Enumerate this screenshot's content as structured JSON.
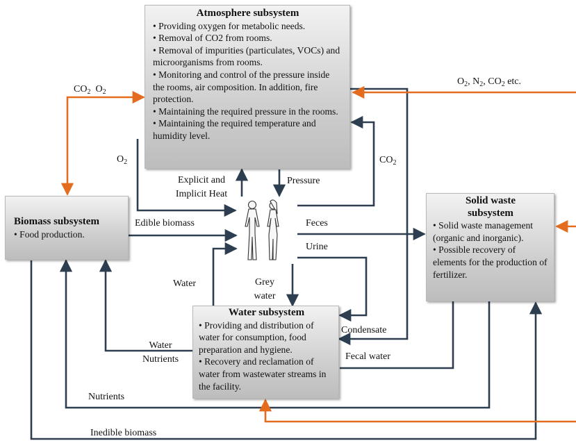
{
  "colors": {
    "gas_flow": "#e46c1f",
    "flow": "#2d3e50",
    "box_light": "#f2f2f2",
    "box_dark": "#bdbdbd"
  },
  "atmosphere": {
    "title": "Atmosphere subsystem",
    "items": [
      "• Providing oxygen for metabolic needs.",
      "• Removal of CO2 from rooms.",
      "• Removal of impurities (particulates, VOCs) and microorganisms from rooms.",
      "• Monitoring and control of the pressure inside the rooms, air composition. In addition, fire protection.",
      "• Maintaining the required pressure in the rooms.",
      "• Maintaining the required temperature and humidity level."
    ]
  },
  "biomass": {
    "title": "Biomass subsystem",
    "items": [
      "• Food production."
    ]
  },
  "water": {
    "title": "Water subsystem",
    "items": [
      "• Providing and distribution of water for consumption, food preparation and hygiene.",
      "• Recovery and reclamation of water from wastewater streams in the facility."
    ]
  },
  "solid_waste": {
    "title": "Solid waste subsystem",
    "items": [
      "• Solid waste management (organic and inorganic).",
      "• Possible recovery of elements for the production of fertilizer."
    ]
  },
  "labels": {
    "co2_o2": {
      "co": "CO",
      "sub1": "2",
      "o": "O",
      "sub2": "2"
    },
    "o2_left": {
      "o": "O",
      "sub": "2"
    },
    "co2_right": {
      "co": "CO",
      "sub": "2"
    },
    "external_gases": {
      "o": "O",
      "s1": "2",
      "n": ", N",
      "s2": "2",
      "co": ", CO",
      "s3": "2",
      "etc": " etc."
    },
    "heat_1": "Explicit and",
    "heat_2": "Implicit Heat",
    "pressure": "Pressure",
    "edible_biomass": "Edible biomass",
    "feces": "Feces",
    "urine": "Urine",
    "water": "Water",
    "grey_1": "Grey",
    "grey_2": "water",
    "condensate": "Condensate",
    "water_nutr_1": "Water",
    "water_nutr_2": "Nutrients",
    "fecal_water": "Fecal water",
    "nutrients": "Nutrients",
    "inedible_biomass": "Inedible biomass"
  },
  "human_icon": "human-figures-icon"
}
